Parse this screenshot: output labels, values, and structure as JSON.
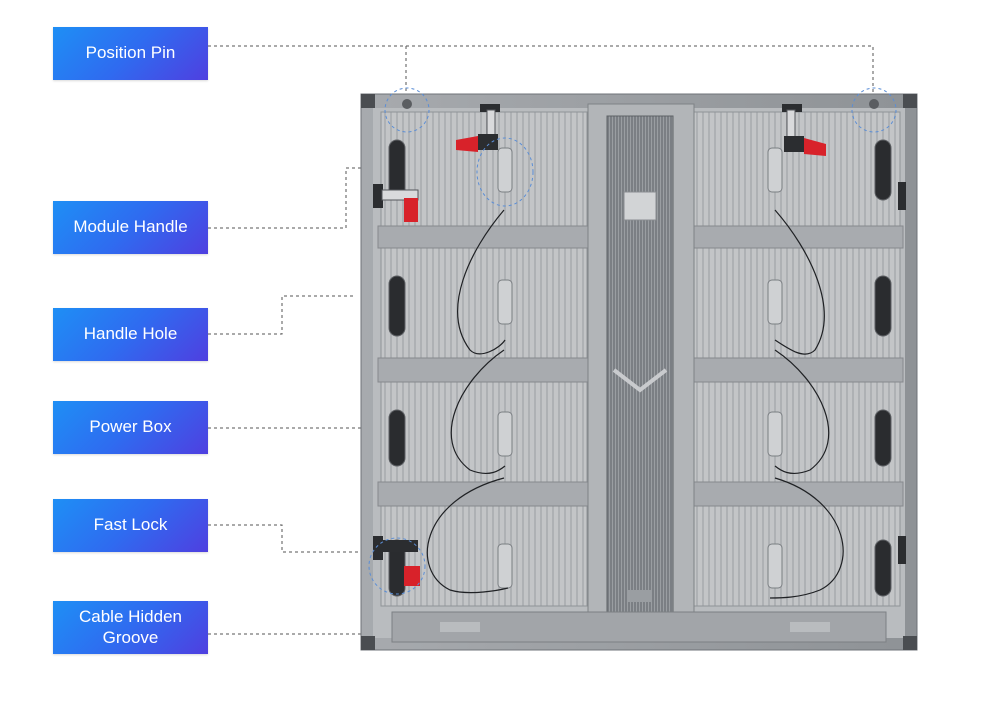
{
  "labels": {
    "position_pin": "Position Pin",
    "module_handle": "Module Handle",
    "handle_hole": "Handle Hole",
    "power_box": "Power Box",
    "fast_lock": "Fast Lock",
    "cable_hidden_groove_line1": "Cable Hidden",
    "cable_hidden_groove_line2": "Groove"
  },
  "colors": {
    "label_gradient_start": "#1e8ff5",
    "label_gradient_end": "#4f3fe0",
    "cabinet_frame": "#9a9ea3",
    "cabinet_panel": "#c9cbcd",
    "power_box": "#7d8186",
    "lock_red": "#d8222a",
    "leader_line": "#444444"
  }
}
